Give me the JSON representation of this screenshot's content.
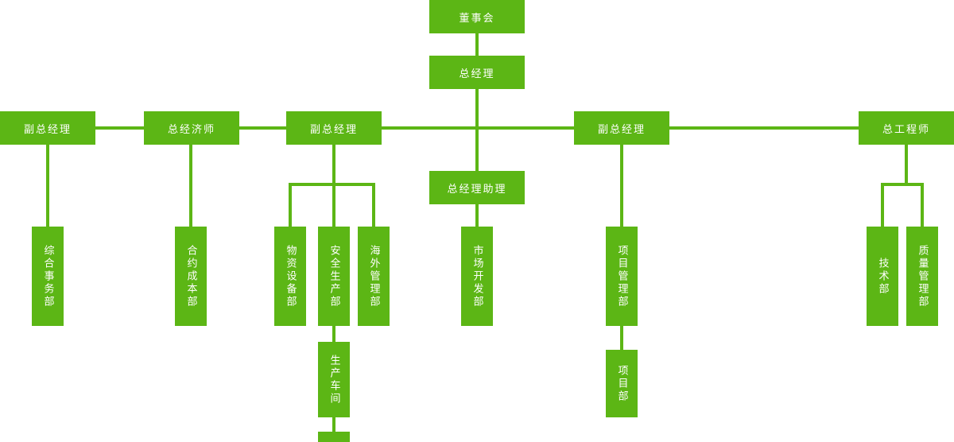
{
  "colors": {
    "node": "#5cb615",
    "text": "#ffffff",
    "background": "#ffffff"
  },
  "org": {
    "board": "董事会",
    "general_manager": "总经理",
    "gm_assistant": "总经理助理",
    "deputy_gm_left": "副总经理",
    "chief_economist": "总经济师",
    "deputy_gm_mid": "副总经理",
    "deputy_gm_right": "副总经理",
    "chief_engineer": "总工程师",
    "dept_general_affairs": "综合事务部",
    "dept_contract_cost": "合约成本部",
    "dept_materials_equipment": "物资设备部",
    "dept_safety_production": "安全生产部",
    "dept_overseas_management": "海外管理部",
    "dept_market_development": "市场开发部",
    "dept_project_management": "项目管理部",
    "dept_technology": "技术部",
    "dept_quality_management": "质量管理部",
    "production_workshop": "生产车间",
    "project_department": "项目部"
  }
}
